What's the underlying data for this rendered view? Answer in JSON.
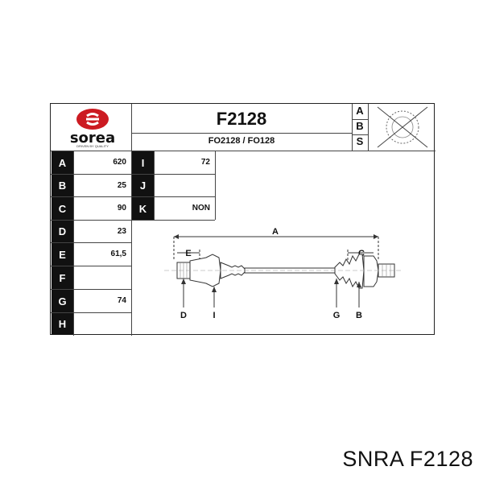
{
  "brand": {
    "name": "sorea",
    "tagline": "DRIVEN BY QUALITY",
    "logo_color": "#cc1b22"
  },
  "part": {
    "number": "F2128",
    "references": "FO2128 / FO128"
  },
  "abs_column": [
    "A",
    "B",
    "S"
  ],
  "specs_left": [
    {
      "letter": "A",
      "value": "620"
    },
    {
      "letter": "B",
      "value": "25"
    },
    {
      "letter": "C",
      "value": "90"
    },
    {
      "letter": "D",
      "value": "23"
    },
    {
      "letter": "E",
      "value": "61,5"
    },
    {
      "letter": "F",
      "value": ""
    },
    {
      "letter": "G",
      "value": "74"
    },
    {
      "letter": "H",
      "value": ""
    }
  ],
  "specs_right": [
    {
      "letter": "I",
      "value": "72"
    },
    {
      "letter": "J",
      "value": ""
    },
    {
      "letter": "K",
      "value": "NON"
    }
  ],
  "diagram_labels": {
    "overall": "A",
    "left_dim": "E",
    "right_dim": "C",
    "bottom": [
      "D",
      "I",
      "G",
      "B"
    ]
  },
  "footer": "SNRA F2128"
}
